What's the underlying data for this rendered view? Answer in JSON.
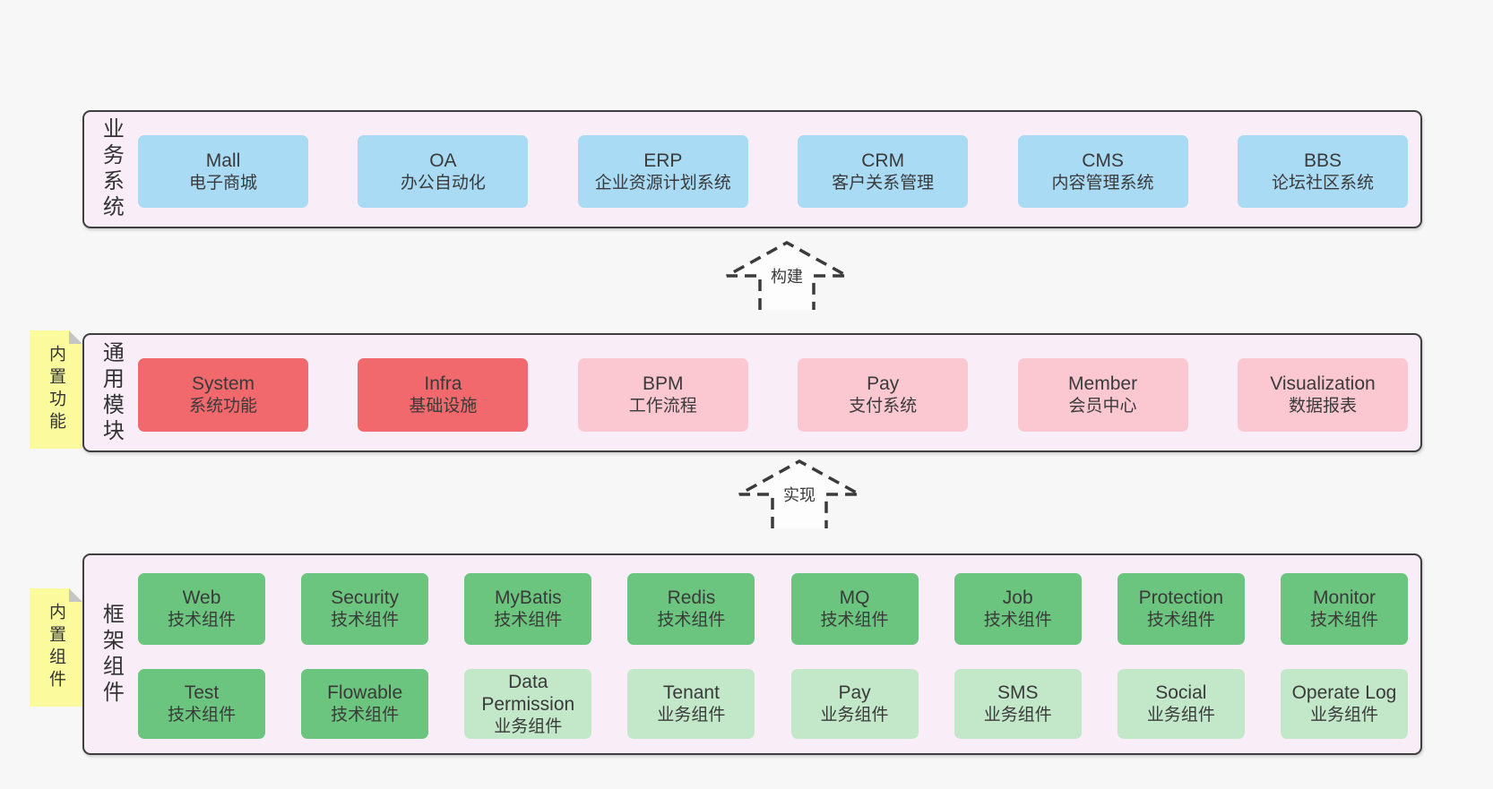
{
  "colors": {
    "page_bg": "#f7f7f7",
    "panel_bg": "#f9eef8",
    "panel_border": "#3f3f3f",
    "blue": "#a9dbf5",
    "red": "#f1696c",
    "pink": "#fbc8d2",
    "green": "#6cc57e",
    "light_green": "#c2e8c9",
    "note_yellow": "#fbfb9e",
    "text": "#3a3a3a"
  },
  "arrows": [
    {
      "label": "构建"
    },
    {
      "label": "实现"
    }
  ],
  "layers": [
    {
      "title": "业务系统",
      "rows": [
        [
          {
            "name": "Mall",
            "desc": "电子商城",
            "type": "blue"
          },
          {
            "name": "OA",
            "desc": "办公自动化",
            "type": "blue"
          },
          {
            "name": "ERP",
            "desc": "企业资源计划系统",
            "type": "blue"
          },
          {
            "name": "CRM",
            "desc": "客户关系管理",
            "type": "blue"
          },
          {
            "name": "CMS",
            "desc": "内容管理系统",
            "type": "blue"
          },
          {
            "name": "BBS",
            "desc": "论坛社区系统",
            "type": "blue"
          }
        ]
      ]
    },
    {
      "title": "通用模块",
      "note": "内置功能",
      "rows": [
        [
          {
            "name": "System",
            "desc": "系统功能",
            "type": "red"
          },
          {
            "name": "Infra",
            "desc": "基础设施",
            "type": "red"
          },
          {
            "name": "BPM",
            "desc": "工作流程",
            "type": "pink"
          },
          {
            "name": "Pay",
            "desc": "支付系统",
            "type": "pink"
          },
          {
            "name": "Member",
            "desc": "会员中心",
            "type": "pink"
          },
          {
            "name": "Visualization",
            "desc": "数据报表",
            "type": "pink"
          }
        ]
      ]
    },
    {
      "title": "框架组件",
      "note": "内置组件",
      "rows": [
        [
          {
            "name": "Web",
            "desc": "技术组件",
            "type": "green"
          },
          {
            "name": "Security",
            "desc": "技术组件",
            "type": "green"
          },
          {
            "name": "MyBatis",
            "desc": "技术组件",
            "type": "green"
          },
          {
            "name": "Redis",
            "desc": "技术组件",
            "type": "green"
          },
          {
            "name": "MQ",
            "desc": "技术组件",
            "type": "green"
          },
          {
            "name": "Job",
            "desc": "技术组件",
            "type": "green"
          },
          {
            "name": "Protection",
            "desc": "技术组件",
            "type": "green"
          },
          {
            "name": "Monitor",
            "desc": "技术组件",
            "type": "green"
          }
        ],
        [
          {
            "name": "Test",
            "desc": "技术组件",
            "type": "green"
          },
          {
            "name": "Flowable",
            "desc": "技术组件",
            "type": "green"
          },
          {
            "name": "Data Permission",
            "desc": "业务组件",
            "type": "lightgreen"
          },
          {
            "name": "Tenant",
            "desc": "业务组件",
            "type": "lightgreen"
          },
          {
            "name": "Pay",
            "desc": "业务组件",
            "type": "lightgreen"
          },
          {
            "name": "SMS",
            "desc": "业务组件",
            "type": "lightgreen"
          },
          {
            "name": "Social",
            "desc": "业务组件",
            "type": "lightgreen"
          },
          {
            "name": "Operate Log",
            "desc": "业务组件",
            "type": "lightgreen"
          }
        ]
      ]
    }
  ]
}
